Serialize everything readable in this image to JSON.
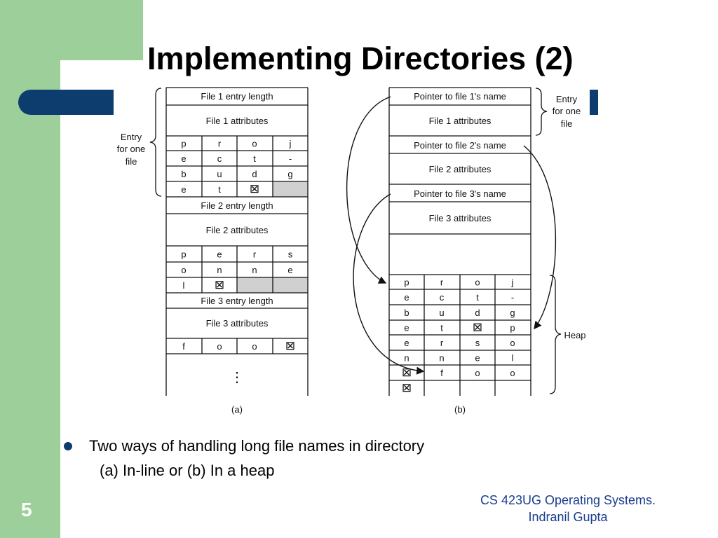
{
  "slide": {
    "title": "Implementing Directories (2)",
    "number": "5",
    "bullet": "Two ways of handling long file names in directory",
    "sub_bullet": "(a) In-line or (b) In a heap",
    "footer_line1": "CS 423UG Operating Systems.",
    "footer_line2": "Indranil Gupta"
  },
  "colors": {
    "green": "#9dcf9a",
    "navy": "#0d3d6e",
    "footer_blue": "#1a3d8f",
    "shade": "#d0d0d0"
  },
  "diagram_a": {
    "caption": "(a)",
    "brace_label": [
      "Entry",
      "for one",
      "file"
    ],
    "file1_length": "File 1 entry length",
    "file1_attr": "File 1 attributes",
    "file1_rows": [
      [
        "p",
        "r",
        "o",
        "j"
      ],
      [
        "e",
        "c",
        "t",
        "-"
      ],
      [
        "b",
        "u",
        "d",
        "g"
      ],
      [
        "e",
        "t",
        "⊠",
        ""
      ]
    ],
    "file2_length": "File 2 entry length",
    "file2_attr": "File 2 attributes",
    "file2_rows": [
      [
        "p",
        "e",
        "r",
        "s"
      ],
      [
        "o",
        "n",
        "n",
        "e"
      ],
      [
        "l",
        "⊠",
        "",
        ""
      ]
    ],
    "file3_length": "File 3 entry length",
    "file3_attr": "File 3 attributes",
    "file3_rows": [
      [
        "f",
        "o",
        "o",
        "⊠"
      ]
    ],
    "ellipsis": "⋮"
  },
  "diagram_b": {
    "caption": "(b)",
    "brace_entry_label": [
      "Entry",
      "for one",
      "file"
    ],
    "heap_label": "Heap",
    "ptr1": "Pointer to file 1's name",
    "attr1": "File 1 attributes",
    "ptr2": "Pointer to file 2's name",
    "attr2": "File 2 attributes",
    "ptr3": "Pointer to file 3's name",
    "attr3": "File 3 attributes",
    "heap_rows": [
      [
        "p",
        "r",
        "o",
        "j"
      ],
      [
        "e",
        "c",
        "t",
        "-"
      ],
      [
        "b",
        "u",
        "d",
        "g"
      ],
      [
        "e",
        "t",
        "⊠",
        "p"
      ],
      [
        "e",
        "r",
        "s",
        "o"
      ],
      [
        "n",
        "n",
        "e",
        "l"
      ],
      [
        "⊠",
        "f",
        "o",
        "o"
      ],
      [
        "⊠",
        "",
        "",
        ""
      ]
    ]
  }
}
